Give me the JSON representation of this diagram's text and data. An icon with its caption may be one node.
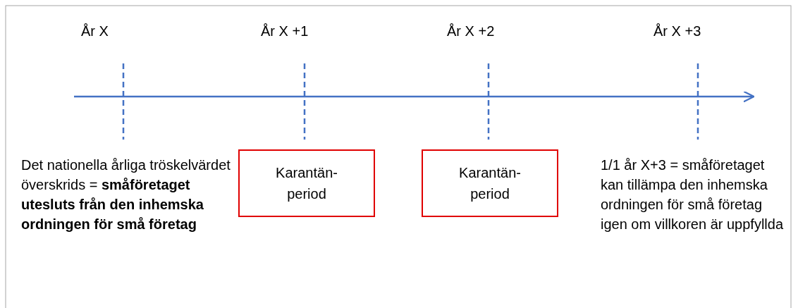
{
  "diagram": {
    "nodes": [
      {
        "text": [
          "Karantän- period"
        ]
      },
      {
        "text": [
          "Karantän- period"
        ]
      }
    ],
    "edges": [],
    "labels": [
      "År X",
      "År X +1",
      "År X +2",
      "År X +3",
      "Det nationella årliga tröskelvärdet överskrids = **småföretaget utesluts från den inhemska ordningen för små företag**",
      "1/1 år X+3 = småföretaget kan tillämpa den inhemska ordningen för små företag igen om villkoren är uppfyllda"
    ]
  }
}
